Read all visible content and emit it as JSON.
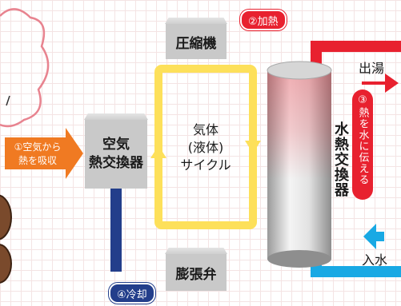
{
  "components": {
    "compressor": "圧縮機",
    "air_exchanger_line1": "空気",
    "air_exchanger_line2": "熱交換器",
    "expansion_valve": "膨張弁",
    "water_exchanger": "水熱交換器"
  },
  "cycle": {
    "line1": "気体",
    "line2": "(液体)",
    "line3": "サイクル"
  },
  "steps": {
    "absorb_line1": "①空気から",
    "absorb_line2": "熱を吸収",
    "heat": "②加熱",
    "transfer": "③熱を水に伝える",
    "cool": "④冷却"
  },
  "water": {
    "out": "出湯",
    "in": "入水"
  },
  "colors": {
    "hot_red": "#e8212f",
    "orange": "#f07a22",
    "navy": "#233e8b",
    "cyan": "#19a9e4",
    "yellow": "#fde05a",
    "box_gray": "#c9c9c9"
  }
}
